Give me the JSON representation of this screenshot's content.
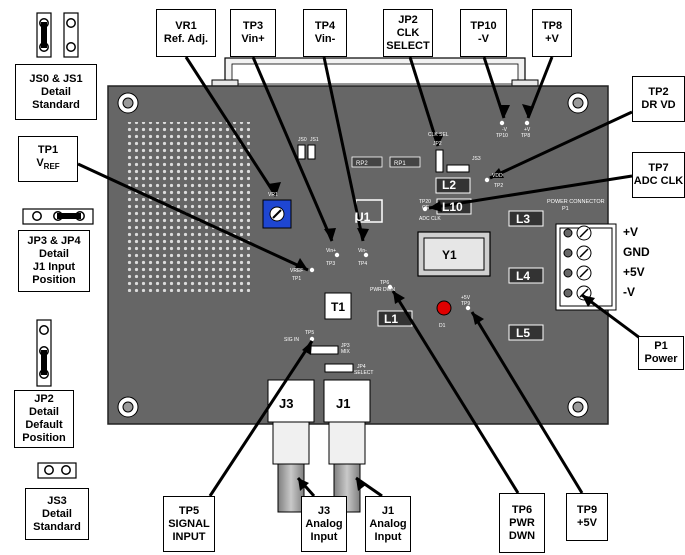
{
  "callouts": {
    "vr1": [
      "VR1",
      "Ref. Adj."
    ],
    "tp3": [
      "TP3",
      "Vin+"
    ],
    "tp4": [
      "TP4",
      "Vin-"
    ],
    "jp2_top": [
      "JP2",
      "CLK",
      "SELECT"
    ],
    "tp10": [
      "TP10",
      "-V"
    ],
    "tp8": [
      "TP8",
      "+V"
    ],
    "tp2": [
      "TP2",
      "DR VD"
    ],
    "tp7": [
      "TP7",
      "ADC CLK"
    ],
    "tp1": {
      "main": "TP1",
      "v": "V",
      "sub": "REF"
    },
    "js0_js1": [
      "JS0 & JS1",
      "Detail",
      "Standard"
    ],
    "jp3_jp4": [
      "JP3 & JP4",
      "Detail",
      "J1 Input",
      "Position"
    ],
    "jp2_detail": [
      "JP2",
      "Detail",
      "Default",
      "Position"
    ],
    "js3": [
      "JS3",
      "Detail",
      "Standard"
    ],
    "p1": [
      "P1",
      "Power"
    ],
    "tp5": [
      "TP5",
      "SIGNAL",
      "INPUT"
    ],
    "j3": [
      "J3",
      "Analog",
      "Input"
    ],
    "j1": [
      "J1",
      "Analog",
      "Input"
    ],
    "tp6": [
      "TP6",
      "PWR",
      "DWN"
    ],
    "tp9": [
      "TP9",
      "+5V"
    ]
  },
  "power_pins": [
    "+V",
    "GND",
    "+5V",
    "-V"
  ],
  "board": {
    "u1": "U1",
    "y1": "Y1",
    "t1": "T1",
    "l1": "L1",
    "l2": "L2",
    "l3": "L3",
    "l4": "L4",
    "l5": "L5",
    "l10": "L10",
    "j3": "J3",
    "j1": "J1",
    "rp2": "RP2",
    "rp1": "RP1",
    "silk": {
      "vr1": "VR1",
      "js0": "JS0",
      "js1": "JS1",
      "clk_sel": "CLK SEL",
      "jp2": "JP2",
      "js3": "JS3",
      "tp10": [
        "-V",
        "TP10"
      ],
      "tp8": [
        "+V",
        "TP8"
      ],
      "vdd": "VDD",
      "tp2": "TP2",
      "tp20": [
        "TP20",
        "OE"
      ],
      "adc_clk": "ADC CLK",
      "power_connector": [
        "POWER CONNECTOR",
        "P1"
      ],
      "vin_plus": "Vin+",
      "tp3": "TP3",
      "vin_minus": "Vin-",
      "tp4": "TP4",
      "vref": "VREF",
      "tp1": "TP1",
      "tp6": [
        "TP6",
        "PWR DWN"
      ],
      "tp9": [
        "+5V",
        "TP9"
      ],
      "d1": "D1",
      "tp5": "TP5",
      "sig_in": "SIG IN",
      "jp3": [
        "JP3",
        "MIX"
      ],
      "jp4": [
        "JP4",
        "SELECT"
      ]
    }
  }
}
